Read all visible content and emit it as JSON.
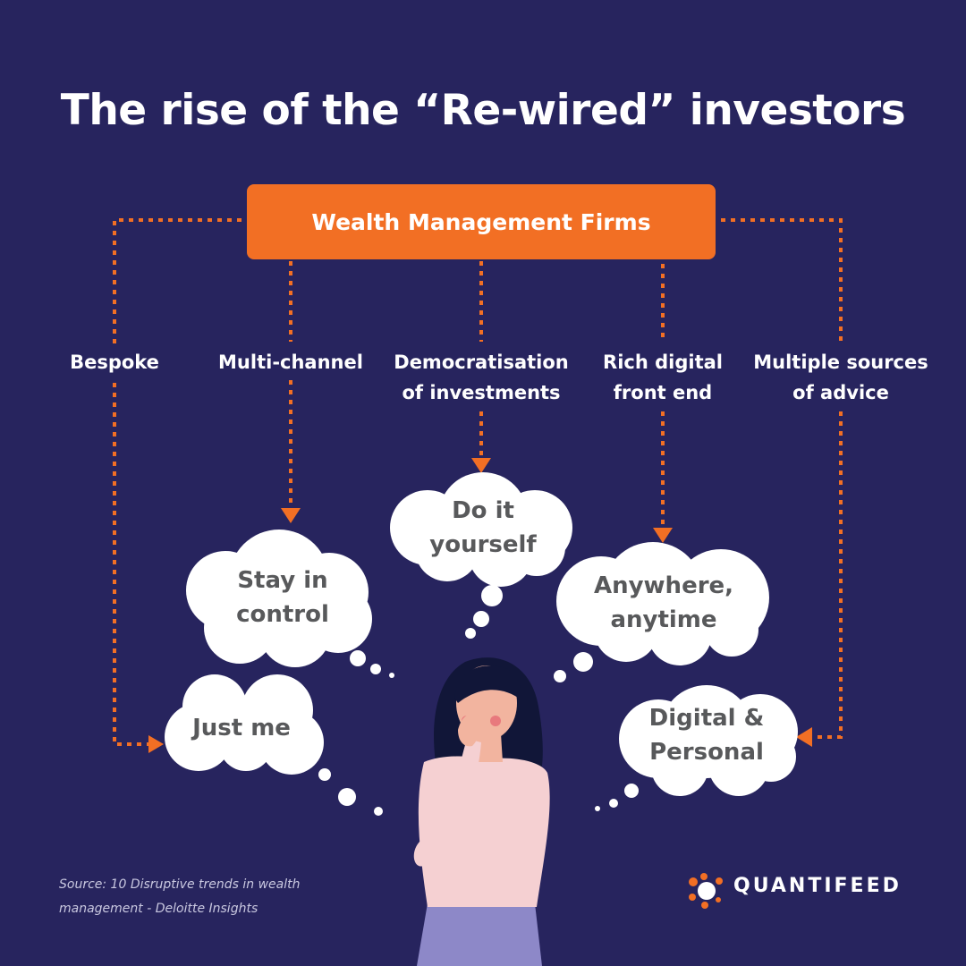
{
  "title": "The rise of the “Re-wired” investors",
  "hub": "Wealth Management Firms",
  "trends": {
    "bespoke": [
      "Bespoke"
    ],
    "multichannel": [
      "Multi-channel"
    ],
    "democratisation": [
      "Democratisation",
      "of investments"
    ],
    "rich_digital": [
      "Rich digital",
      "front end"
    ],
    "multiple_sources": [
      "Multiple sources",
      "of advice"
    ]
  },
  "thoughts": {
    "just_me": [
      "Just me"
    ],
    "stay_in_control": [
      "Stay in",
      "control"
    ],
    "do_it_yourself": [
      "Do it",
      "yourself"
    ],
    "anywhere_anytime": [
      "Anywhere,",
      "anytime"
    ],
    "digital_personal": [
      "Digital &",
      "Personal"
    ]
  },
  "source": [
    "Source: 10 Disruptive trends in wealth",
    "management - Deloitte Insights"
  ],
  "brand": "QUANTIFEED",
  "colors": {
    "background": "#27245e",
    "accent": "#f26f24",
    "cloud": "#ffffff",
    "cloud_text": "#58595b"
  }
}
